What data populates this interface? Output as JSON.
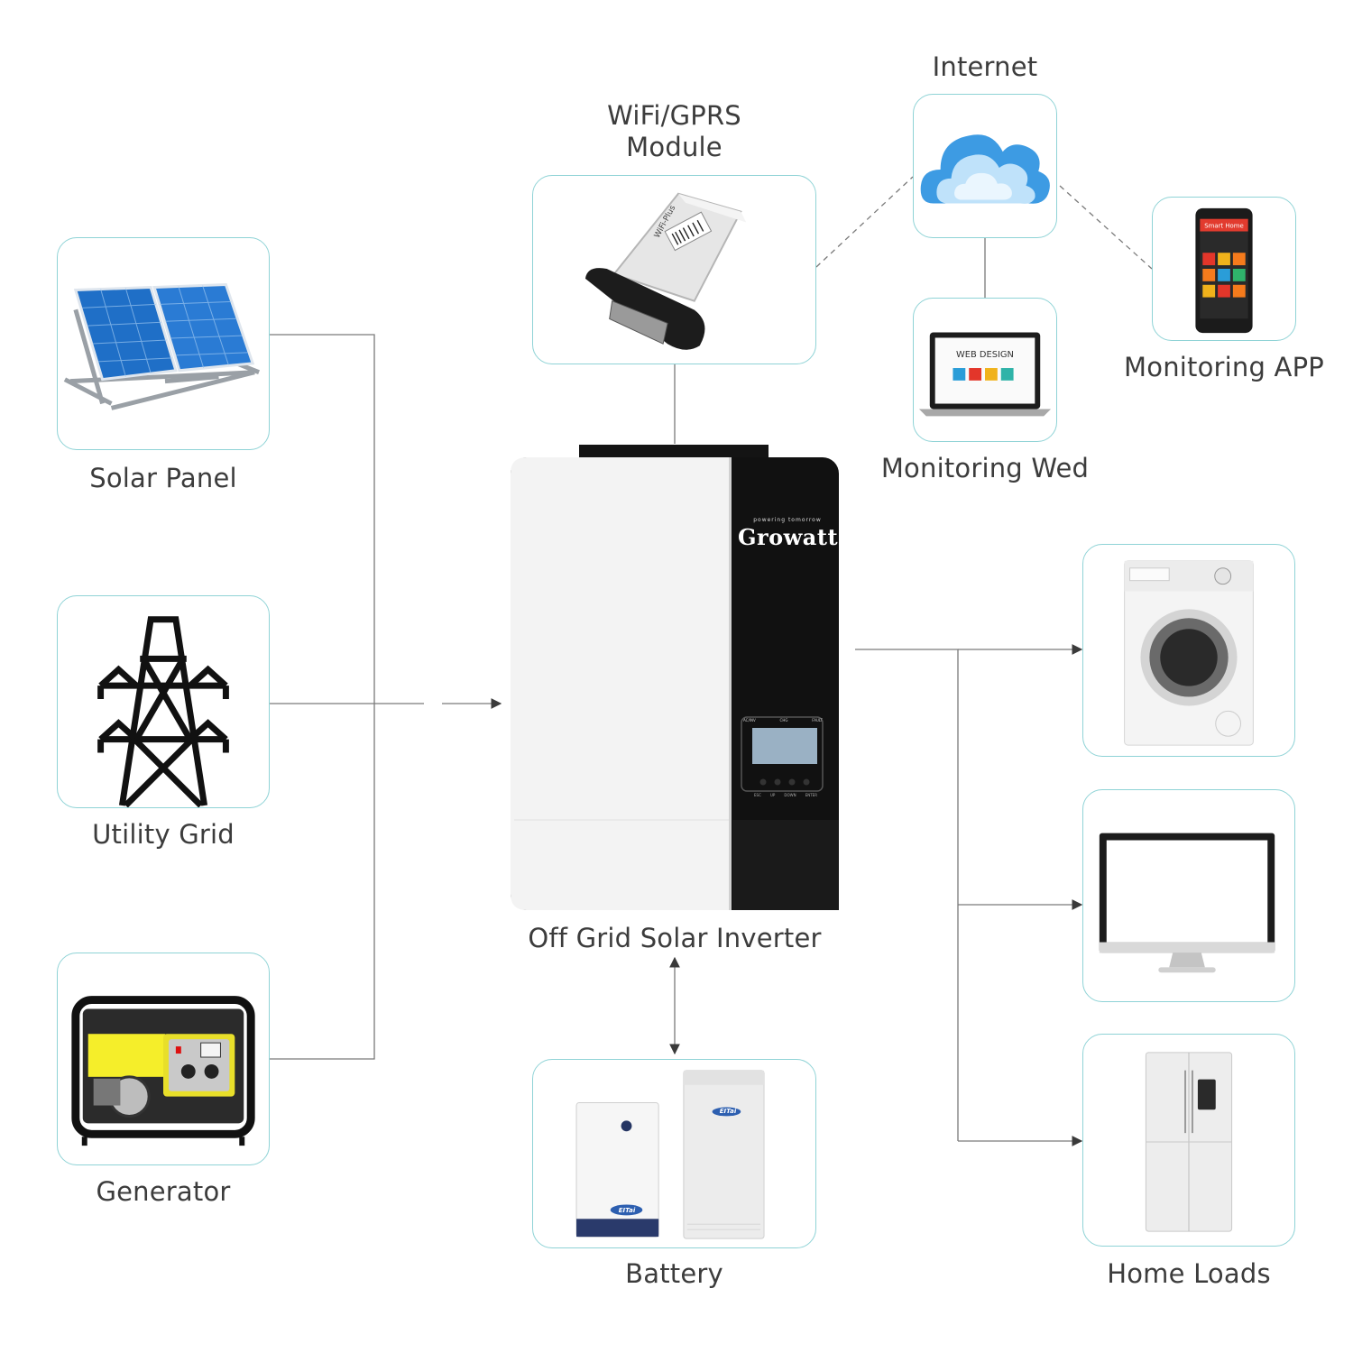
{
  "labels": {
    "solar_panel": "Solar Panel",
    "utility_grid": "Utility Grid",
    "generator": "Generator",
    "wifi_line1": "WiFi/GPRS",
    "wifi_line2": "Module",
    "internet": "Internet",
    "monitoring_app": "Monitoring APP",
    "monitoring_web": "Monitoring Wed",
    "inverter": "Off Grid Solar Inverter",
    "battery": "Battery",
    "home_loads": "Home Loads"
  },
  "device_text": {
    "brand": "Growatt",
    "brand_tagline": "powering tomorrow",
    "laptop_screen": "WEB DESIGN",
    "phone_screen": "Smart Home",
    "wifi_stick": "WiFi-Plus",
    "battery_brand": "EITai",
    "lcd_headers": [
      "AC/INV",
      "CHG",
      "FAULT"
    ],
    "lcd_buttons": [
      "ESC",
      "UP",
      "DOWN",
      "ENTER"
    ]
  },
  "colors": {
    "card_border": "#8fd3d6",
    "line": "#7a7a7a",
    "inverter_black": "#111111",
    "growatt_green": "#7ab51d",
    "solar_blue": "#1f6fc7",
    "generator_yellow": "#f5ee2a",
    "cloud_blue": "#4aa5e6"
  }
}
